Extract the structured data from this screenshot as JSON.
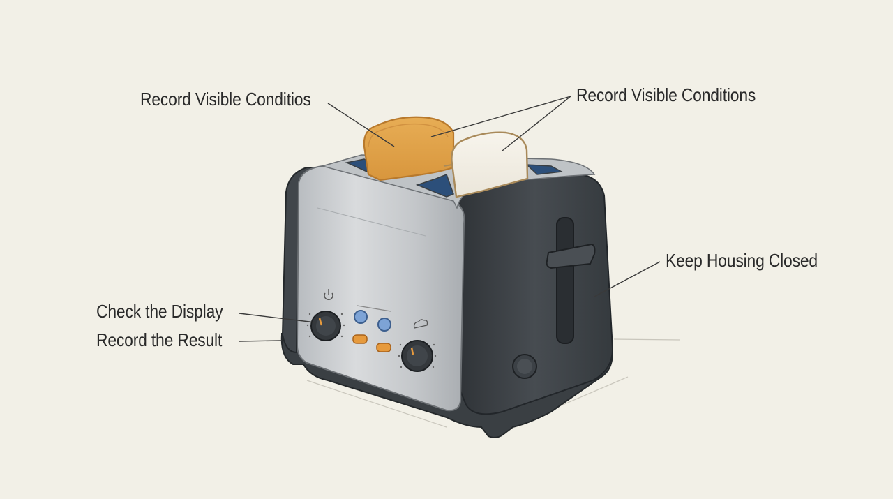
{
  "labels": {
    "left_top": "Record Visible Conditios",
    "right_top": "Record Visible Conditions",
    "right_middle": "Keep Housing Closed",
    "left_middle": "Check the Display",
    "left_bottom": "Record the Result"
  },
  "icons": {
    "power": "power-icon",
    "bread_setting": "bread-icon"
  },
  "colors": {
    "background": "#f2f0e7",
    "housing_dark": "#3d4246",
    "steel_panel": "#c9cccf",
    "toast_golden": "#e0a44c",
    "bread_white": "#f3efe6",
    "button_blue": "#7da3d6",
    "button_orange": "#e69a3d"
  }
}
